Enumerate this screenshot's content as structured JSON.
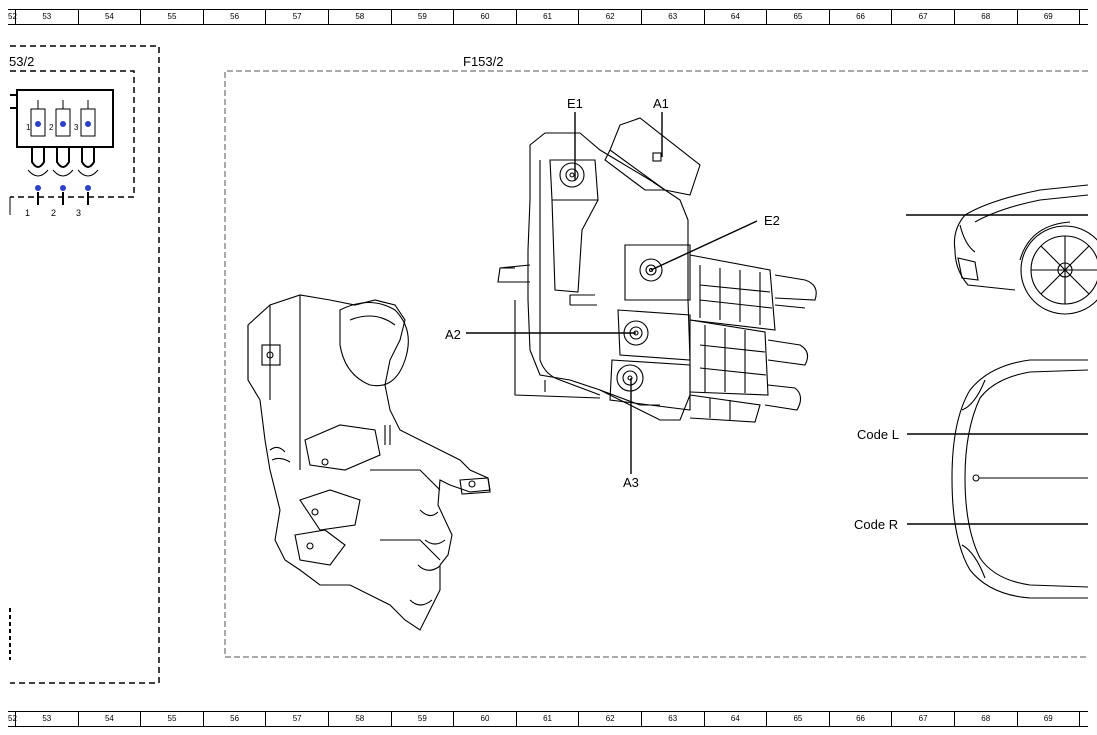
{
  "ruler": {
    "columns": [
      "52",
      "53",
      "54",
      "55",
      "56",
      "57",
      "58",
      "59",
      "60",
      "61",
      "62",
      "63",
      "64",
      "65",
      "66",
      "67",
      "68",
      "69"
    ]
  },
  "left_panel": {
    "title": "53/2",
    "pins": [
      "1",
      "2",
      "3"
    ]
  },
  "main_panel": {
    "title": "F153/2",
    "callouts": {
      "e1": "E1",
      "a1": "A1",
      "e2": "E2",
      "a2": "A2",
      "a3": "A3"
    }
  },
  "right_panel": {
    "code_l": "Code L",
    "code_r": "Code R"
  }
}
